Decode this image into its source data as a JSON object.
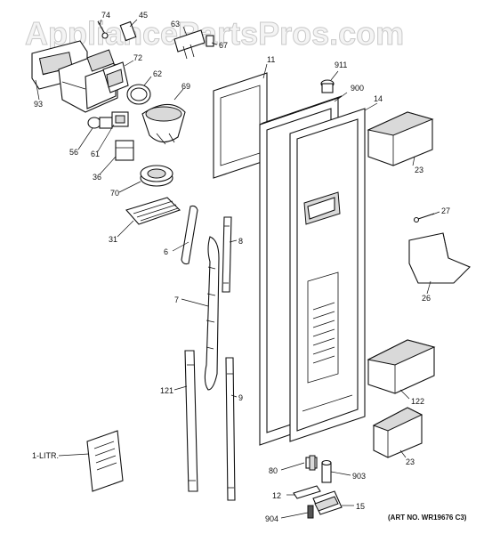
{
  "watermark": "AppliancePartsPros.com",
  "art_number": "(ART NO. WR19676 C3)",
  "callouts": {
    "p74": "74",
    "p45": "45",
    "p63": "63",
    "p67": "67",
    "p72": "72",
    "p62": "62",
    "p69": "69",
    "p93": "93",
    "p56": "56",
    "p61": "61",
    "p36": "36",
    "p70": "70",
    "p31": "31",
    "p11": "11",
    "p911": "911",
    "p900": "900",
    "p14": "14",
    "p23a": "23",
    "p27": "27",
    "p26": "26",
    "p6": "6",
    "p8": "8",
    "p7": "7",
    "p121": "121",
    "p9": "9",
    "p122": "122",
    "p23b": "23",
    "p1litr": "1-LITR.",
    "p80": "80",
    "p903": "903",
    "p12": "12",
    "p15": "15",
    "p904": "904"
  }
}
